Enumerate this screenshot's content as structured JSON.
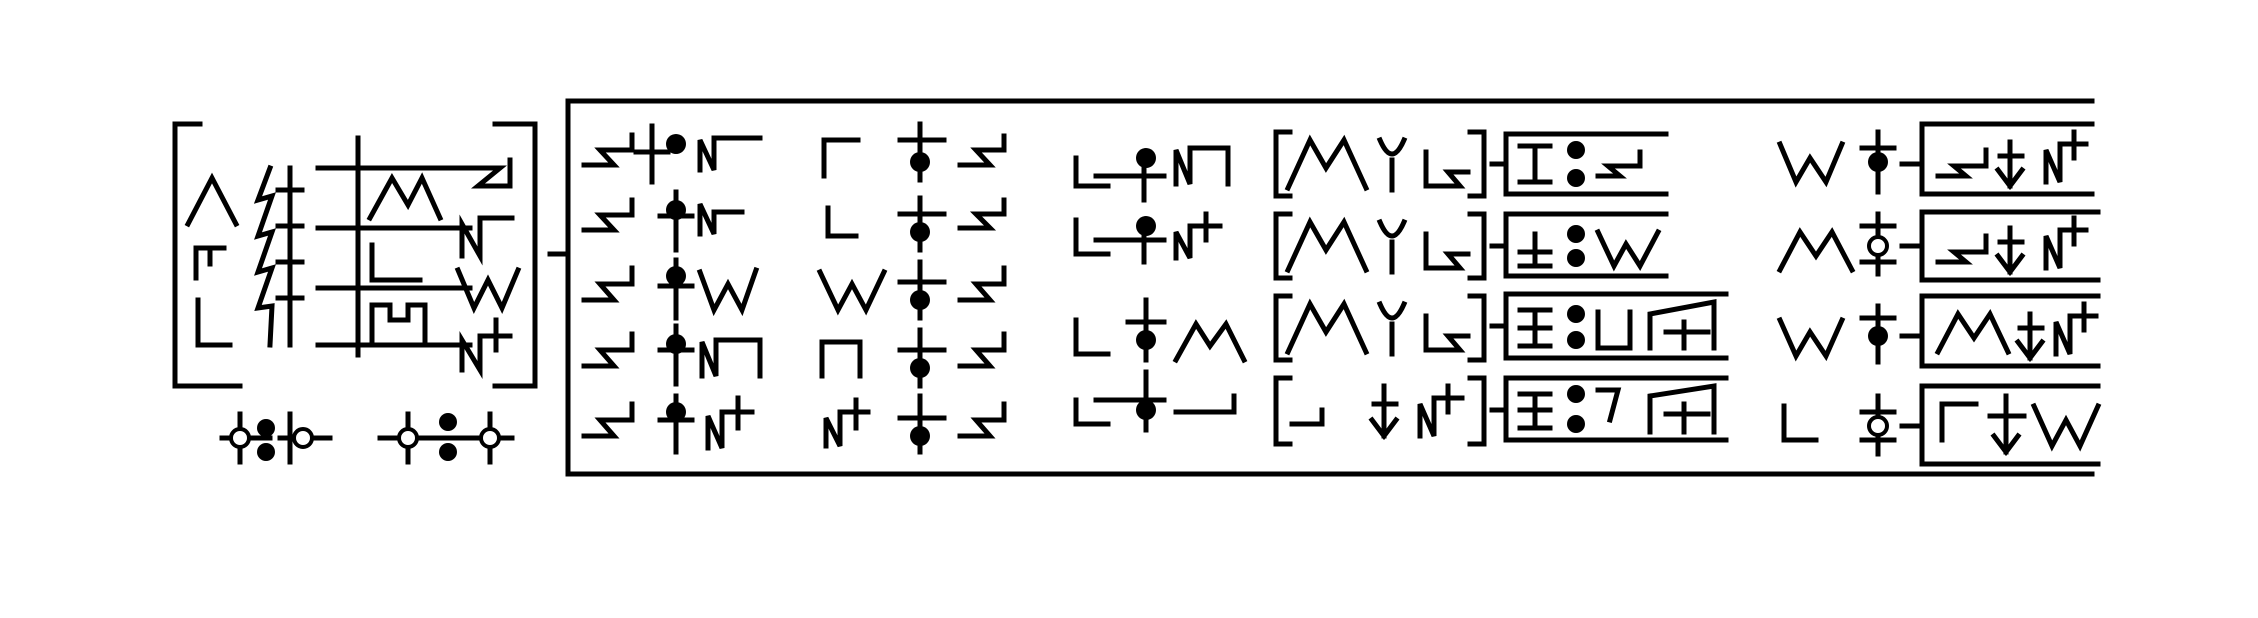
{
  "ink_color": "#000000",
  "background_color": "#ffffff",
  "glyph_vocabulary": [
    "zigzag-glyph",
    "peak-glyph",
    "w-glyph",
    "n-glyph",
    "s-glyph",
    "fork-glyph",
    "box-glyph",
    "cross-node",
    "ring-node",
    "arrow-down",
    "trapezoid-glyph"
  ],
  "note": ""
}
